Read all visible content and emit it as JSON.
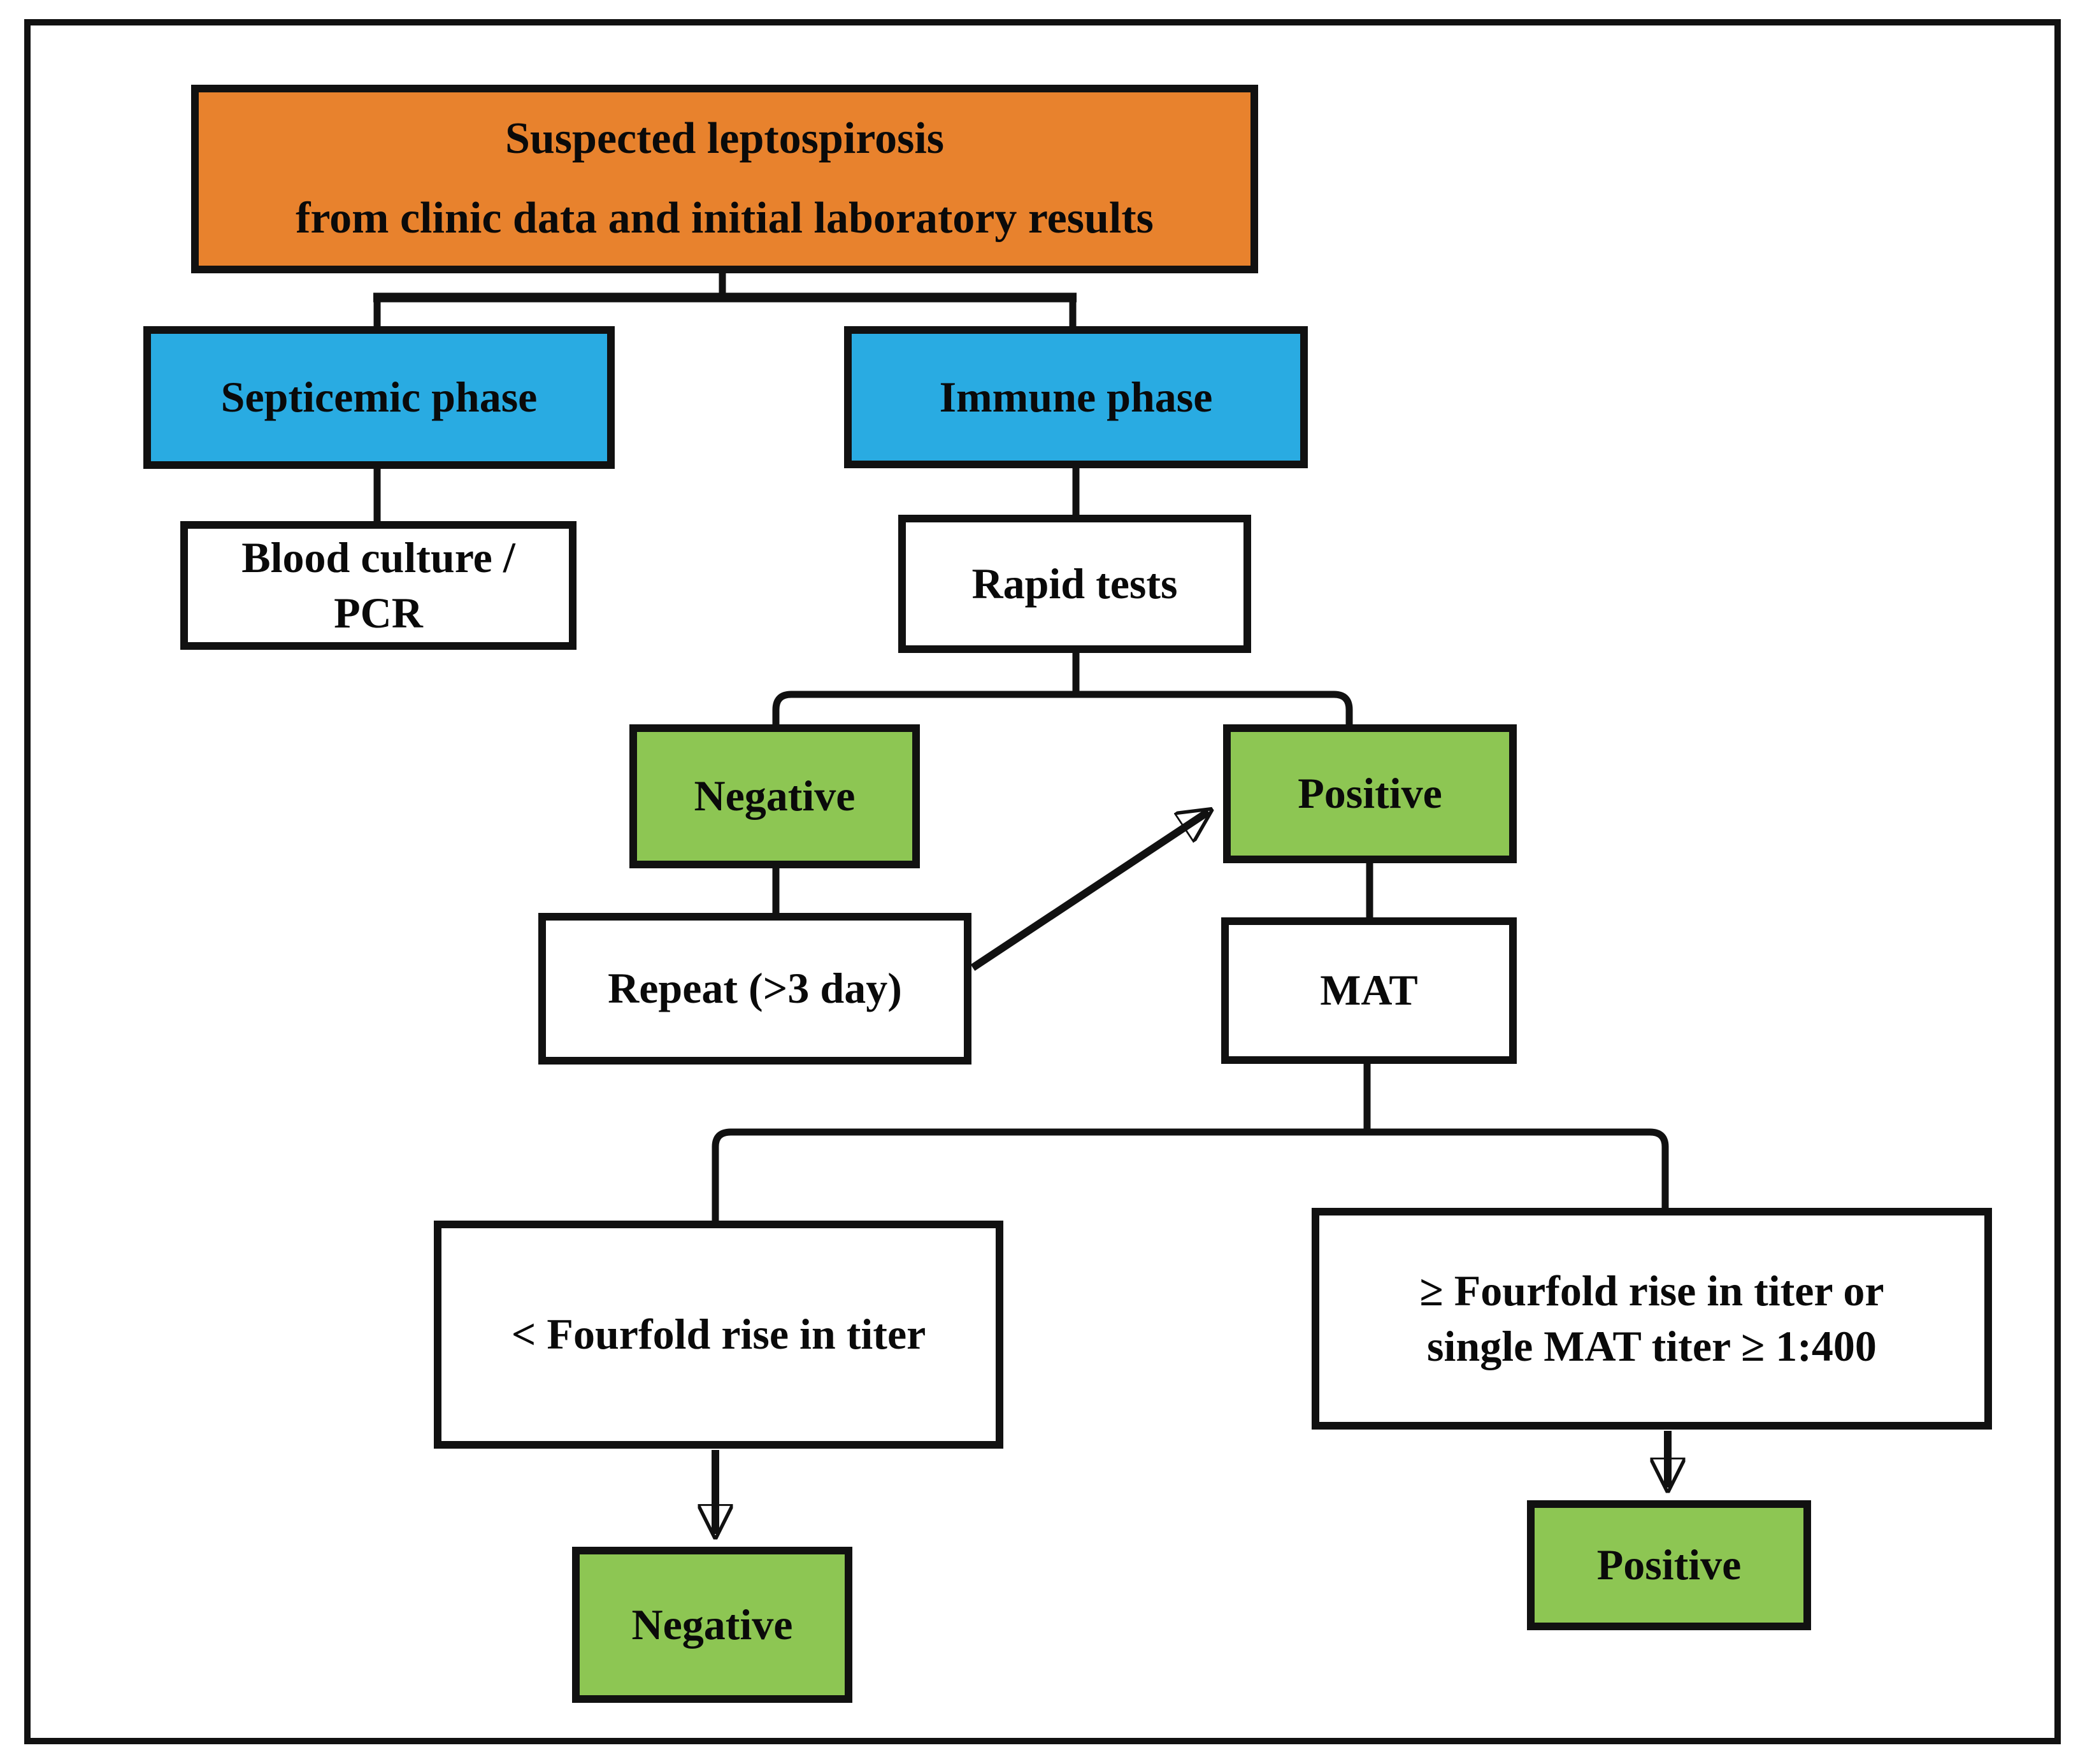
{
  "palette": {
    "orange": "#e8822d",
    "blue": "#29abe2",
    "green": "#8dc653",
    "ink": "#111111",
    "bg": "#ffffff"
  },
  "nodes": {
    "root": {
      "label": "Suspected leptospirosis\nfrom clinic data and initial laboratory results"
    },
    "septicemic": {
      "label": "Septicemic phase"
    },
    "immune": {
      "label": "Immune phase"
    },
    "blood_culture": {
      "label": "Blood culture /\nPCR"
    },
    "rapid_tests": {
      "label": "Rapid tests"
    },
    "rapid_negative": {
      "label": "Negative"
    },
    "rapid_positive": {
      "label": "Positive"
    },
    "repeat_test": {
      "label": "Repeat (>3 day)"
    },
    "mat": {
      "label": "MAT"
    },
    "titer_less": {
      "label": "< Fourfold rise in titer"
    },
    "titer_ge": {
      "label": "≥ Fourfold rise in titer or\nsingle MAT titer ≥ 1:400"
    },
    "final_negative": {
      "label": "Negative"
    },
    "final_positive": {
      "label": "Positive"
    }
  },
  "edges": [
    {
      "from": "root",
      "to": "septicemic",
      "arrow": false
    },
    {
      "from": "root",
      "to": "immune",
      "arrow": false
    },
    {
      "from": "septicemic",
      "to": "blood_culture",
      "arrow": false
    },
    {
      "from": "immune",
      "to": "rapid_tests",
      "arrow": false
    },
    {
      "from": "rapid_tests",
      "to": "rapid_negative",
      "arrow": false
    },
    {
      "from": "rapid_tests",
      "to": "rapid_positive",
      "arrow": false
    },
    {
      "from": "rapid_negative",
      "to": "repeat_test",
      "arrow": false
    },
    {
      "from": "repeat_test",
      "to": "rapid_positive",
      "arrow": true
    },
    {
      "from": "rapid_positive",
      "to": "mat",
      "arrow": false
    },
    {
      "from": "mat",
      "to": "titer_less",
      "arrow": false
    },
    {
      "from": "mat",
      "to": "titer_ge",
      "arrow": false
    },
    {
      "from": "titer_less",
      "to": "final_negative",
      "arrow": true
    },
    {
      "from": "titer_ge",
      "to": "final_positive",
      "arrow": true
    }
  ]
}
